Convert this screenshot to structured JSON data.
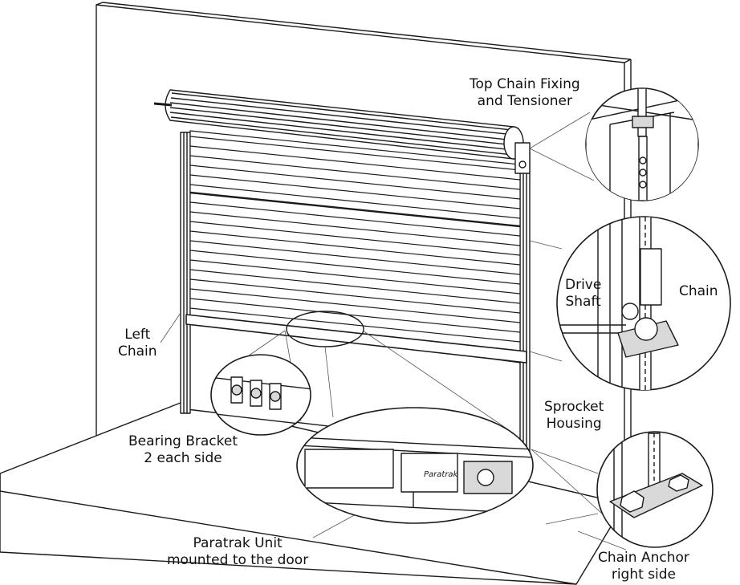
{
  "labels": {
    "top_chain_fixing": [
      "Top Chain Fixing",
      "and Tensioner"
    ],
    "drive_shaft": [
      "Drive",
      "Shaft"
    ],
    "chain": "Chain",
    "left_chain": [
      "Left",
      "Chain"
    ],
    "sprocket_housing": [
      "Sprocket",
      "Housing"
    ],
    "bearing_bracket": [
      "Bearing Bracket",
      "2 each side"
    ],
    "paratrak_unit": [
      "Paratrak Unit",
      "mounted to the door"
    ],
    "chain_anchor": [
      "Chain Anchor",
      "right side"
    ],
    "unit_brand": "Paratrak"
  },
  "colors": {
    "ink": "#1a1a1a",
    "background": "#ffffff",
    "shade": "#d9d9d9"
  }
}
